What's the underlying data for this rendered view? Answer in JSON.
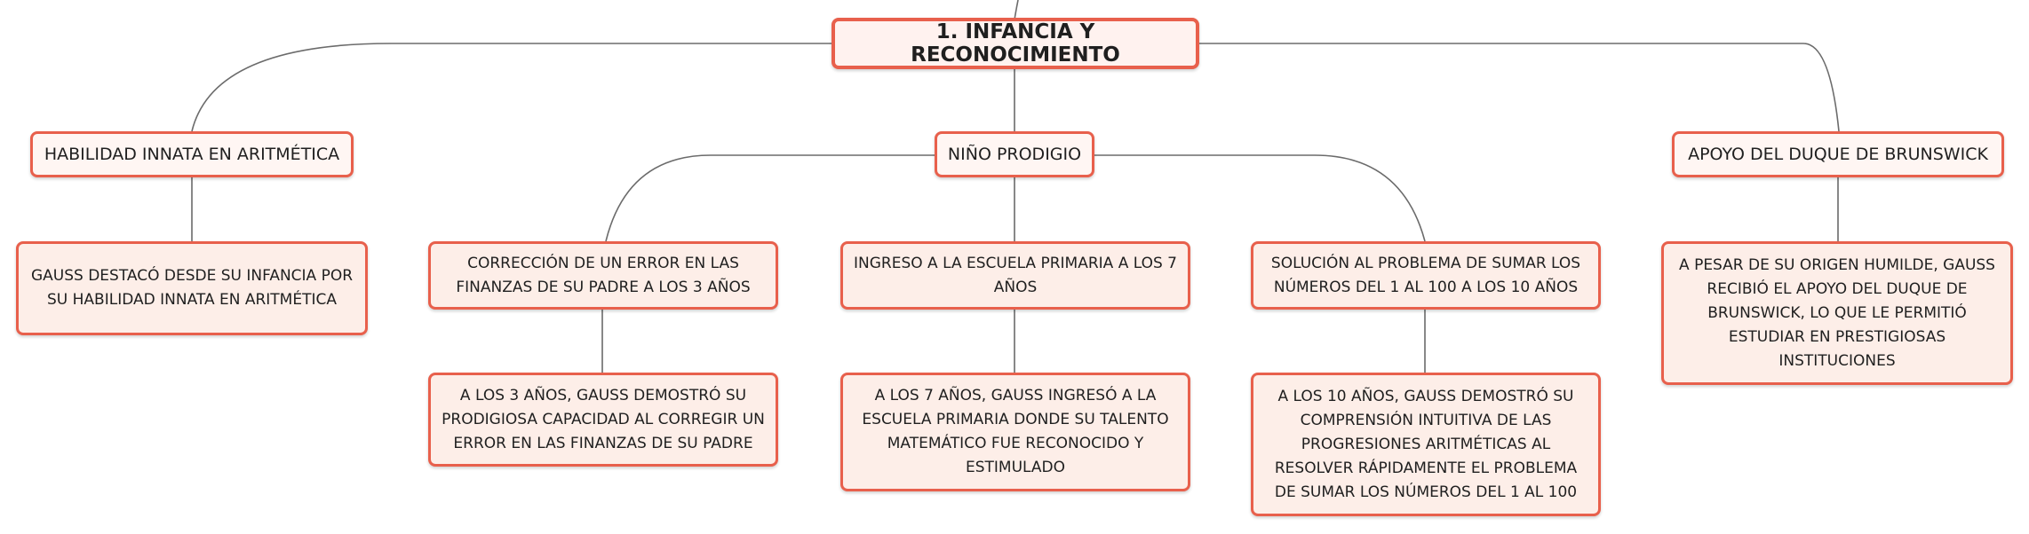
{
  "diagram": {
    "root": {
      "label": "1. INFANCIA Y RECONOCIMIENTO"
    },
    "topics": [
      {
        "label": "HABILIDAD INNATA EN ARITMÉTICA",
        "children": [
          {
            "label": "GAUSS DESTACÓ DESDE SU INFANCIA POR SU HABILIDAD INNATA EN ARITMÉTICA",
            "children": []
          }
        ]
      },
      {
        "label": "NIÑO PRODIGIO",
        "children": [
          {
            "label": "CORRECCIÓN DE UN ERROR EN LAS FINANZAS DE SU PADRE A LOS 3 AÑOS",
            "children": [
              {
                "label": "A LOS 3 AÑOS, GAUSS DEMOSTRÓ SU PRODIGIOSA CAPACIDAD AL CORREGIR UN ERROR EN LAS FINANZAS DE SU PADRE"
              }
            ]
          },
          {
            "label": "INGRESO A LA ESCUELA PRIMARIA A LOS 7 AÑOS",
            "children": [
              {
                "label": "A LOS 7 AÑOS, GAUSS INGRESÓ A LA ESCUELA PRIMARIA DONDE SU TALENTO MATEMÁTICO FUE RECONOCIDO Y ESTIMULADO"
              }
            ]
          },
          {
            "label": "SOLUCIÓN AL PROBLEMA DE SUMAR LOS NÚMEROS DEL 1 AL 100 A LOS 10 AÑOS",
            "children": [
              {
                "label": "A LOS 10 AÑOS, GAUSS DEMOSTRÓ SU COMPRENSIÓN INTUITIVA DE LAS PROGRESIONES ARITMÉTICAS AL RESOLVER RÁPIDAMENTE EL PROBLEMA DE SUMAR LOS NÚMEROS DEL 1 AL 100"
              }
            ]
          }
        ]
      },
      {
        "label": "APOYO DEL DUQUE DE BRUNSWICK",
        "children": [
          {
            "label": "A PESAR DE SU ORIGEN HUMILDE, GAUSS RECIBIÓ EL APOYO DEL DUQUE DE BRUNSWICK, LO QUE LE PERMITIÓ ESTUDIAR EN PRESTIGIOSAS INSTITUCIONES",
            "children": []
          }
        ]
      }
    ]
  }
}
